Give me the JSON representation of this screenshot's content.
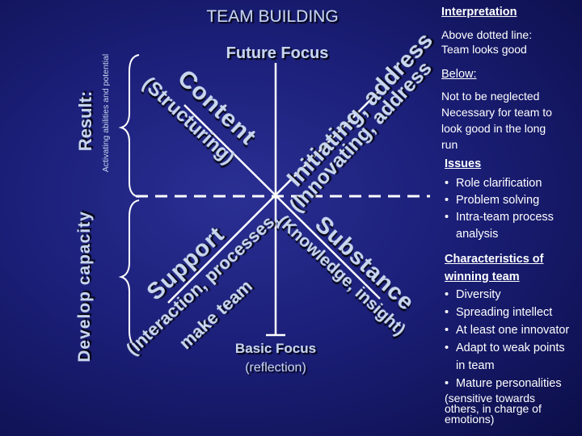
{
  "title": "TEAM BUILDING",
  "future_focus": "Future Focus",
  "basic_focus": "Basic Focus",
  "reflection": "(reflection)",
  "left": {
    "result": "Result:",
    "activating": "Activating abilities and potential",
    "develop": "Develop capacity"
  },
  "quadrants": {
    "content_1": "Content",
    "content_2": "(Structuring)",
    "initiating_1": "Initiating, address",
    "initiating_2": "(Innovating, address",
    "support_1": "Support",
    "support_2": "(interaction, processes,",
    "support_3": "make team",
    "substance_1": "Substance",
    "substance_2": "(Knowledge, insight)"
  },
  "interpretation": {
    "heading": "Interpretation",
    "above_1": "Above dotted line:",
    "above_2": "Team looks good",
    "below": "Below:",
    "below_text_1": "Not to be neglected",
    "below_text_2": "Necessary for team to",
    "below_text_3": "look good in the long",
    "below_text_4": "run",
    "issues_heading": "Issues",
    "issues": [
      "Role clarification",
      "Problem solving",
      "Intra-team process",
      "analysis"
    ],
    "characteristics_heading_1": "Characteristics of",
    "characteristics_heading_2": "winning team",
    "characteristics": [
      "Diversity",
      "Spreading intellect",
      "At least one innovator",
      "Adapt to weak points",
      "in team",
      "Mature personalities"
    ],
    "sensitive_1": "(sensitive towards",
    "sensitive_2": "others, in charge of",
    "sensitive_3": "emotions)"
  },
  "colors": {
    "background": "#1b1f78",
    "title": "#c6d4ee",
    "diagram_text": "#c8d6ef",
    "line": "#ffffff"
  }
}
